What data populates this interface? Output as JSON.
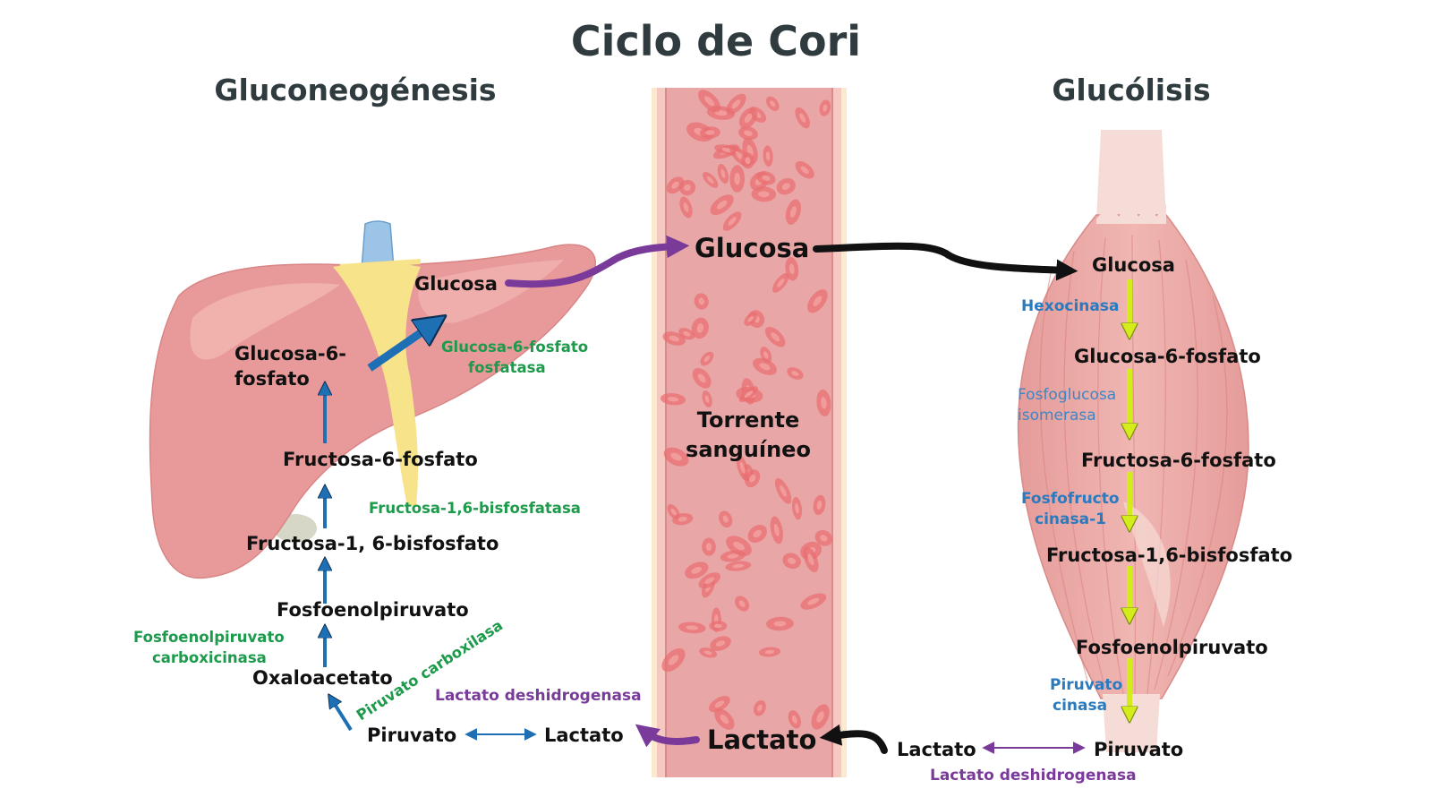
{
  "title": "Ciclo de Cori",
  "headings": {
    "left": "Gluconeogénesis",
    "right": "Glucólisis"
  },
  "blood": {
    "glucose": "Glucosa",
    "label_line1": "Torrente",
    "label_line2": "sanguíneo",
    "lactate": "Lactato"
  },
  "liver": {
    "glucosa": "Glucosa",
    "g6p_line1": "Glucosa-6-",
    "g6p_line2": "fosfato",
    "f6p": "Fructosa-6-fosfato",
    "f16bp": "Fructosa-1, 6-bisfosfato",
    "pep": "Fosfoenolpiruvato",
    "oxaloacetato": "Oxaloacetato",
    "piruvato": "Piruvato",
    "lactato": "Lactato",
    "enzymes": {
      "g6pase_line1": "Glucosa-6-fosfato",
      "g6pase_line2": "fosfatasa",
      "fbpase": "Fructosa-1,6-bisfosfatasa",
      "pepck_line1": "Fosfoenolpiruvato",
      "pepck_line2": "carboxicinasa",
      "pyruvate_carboxylase": "Piruvato carboxilasa",
      "ldh": "Lactato deshidrogenasa"
    }
  },
  "muscle": {
    "glucosa": "Glucosa",
    "g6p": "Glucosa-6-fosfato",
    "f6p": "Fructosa-6-fosfato",
    "f16bp": "Fructosa-1,6-bisfosfato",
    "pep": "Fosfoenolpiruvato",
    "piruvato": "Piruvato",
    "lactato": "Lactato",
    "enzymes": {
      "hexocinasa": "Hexocinasa",
      "pgi_line1": "Fosfoglucosa",
      "pgi_line2": "isomerasa",
      "pfk_line1": "Fosfofructo",
      "pfk_line2": "cinasa-1",
      "pk_line1": "Piruvato",
      "pk_line2": "cinasa",
      "ldh": "Lactato deshidrogenasa"
    }
  },
  "colors": {
    "title": "#2f3b3f",
    "liver": "#e89a9a",
    "liver_highlight": "#f2b6b2",
    "gallbladder_strip": "#f7e48a",
    "vein": "#9cc4e6",
    "blood_vessel": "#e9a6a6",
    "red_cell": "#e86f72",
    "muscle": "#e6a09e",
    "tendon": "#f6dcd6",
    "arrow_liver": "#1f6fb5",
    "arrow_glycolysis": "#d4ec1c",
    "arrow_transport_purple": "#7a3a9a",
    "arrow_transport_black": "#111111",
    "enzyme_green": "#1d9a4b",
    "enzyme_blue": "#2a7abf",
    "enzyme_purple": "#7a3a9a"
  },
  "icons": {
    "liver": "liver-illustration",
    "blood": "blood-vessel-illustration",
    "muscle": "muscle-illustration"
  }
}
